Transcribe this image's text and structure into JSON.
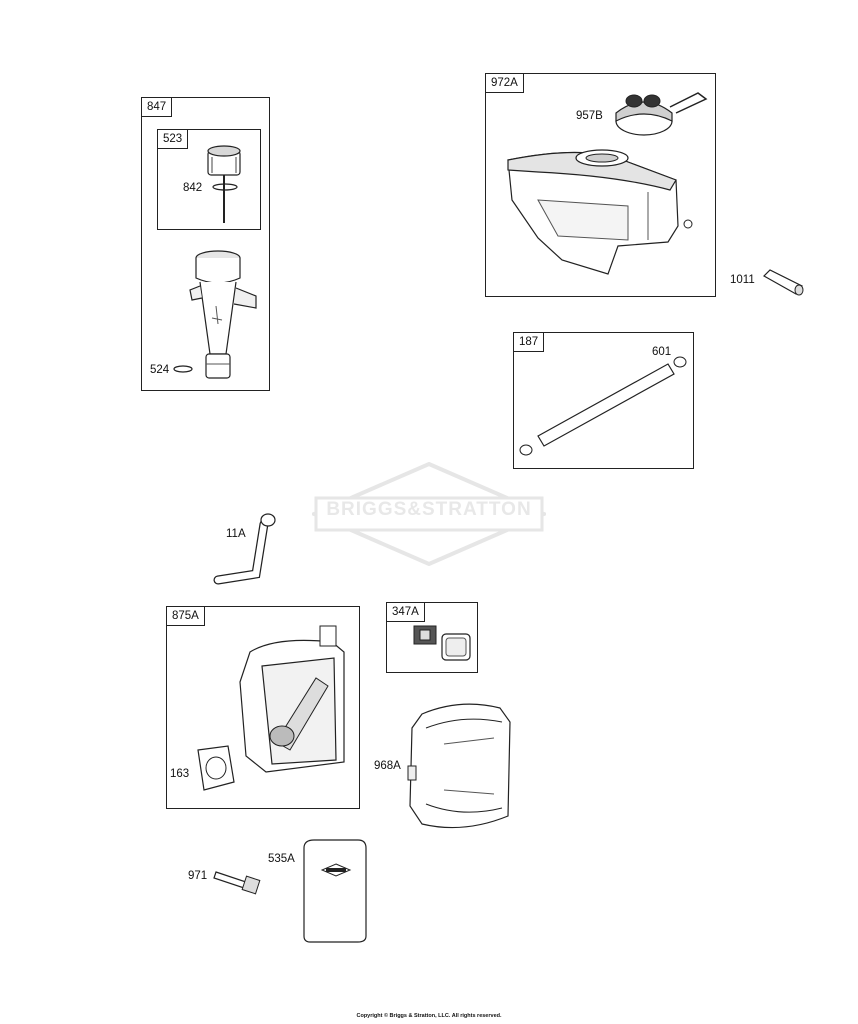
{
  "groups": {
    "g847": "847",
    "g523": "523",
    "g972A": "972A",
    "g187": "187",
    "g875A": "875A",
    "g347A": "347A"
  },
  "callouts": {
    "c842": "842",
    "c524": "524",
    "c957B": "957B",
    "c1011": "1011",
    "c601": "601",
    "c11A": "11A",
    "c163": "163",
    "c968A": "968A",
    "c971": "971",
    "c535A": "535A"
  },
  "watermark": "BRIGGS&STRATTON",
  "copyright": "Copyright © Briggs & Stratton, LLC. All rights reserved.",
  "colors": {
    "line": "#222222",
    "shade": "#cfcfcf",
    "dark": "#555555",
    "watermark": "#e8e8e8"
  }
}
